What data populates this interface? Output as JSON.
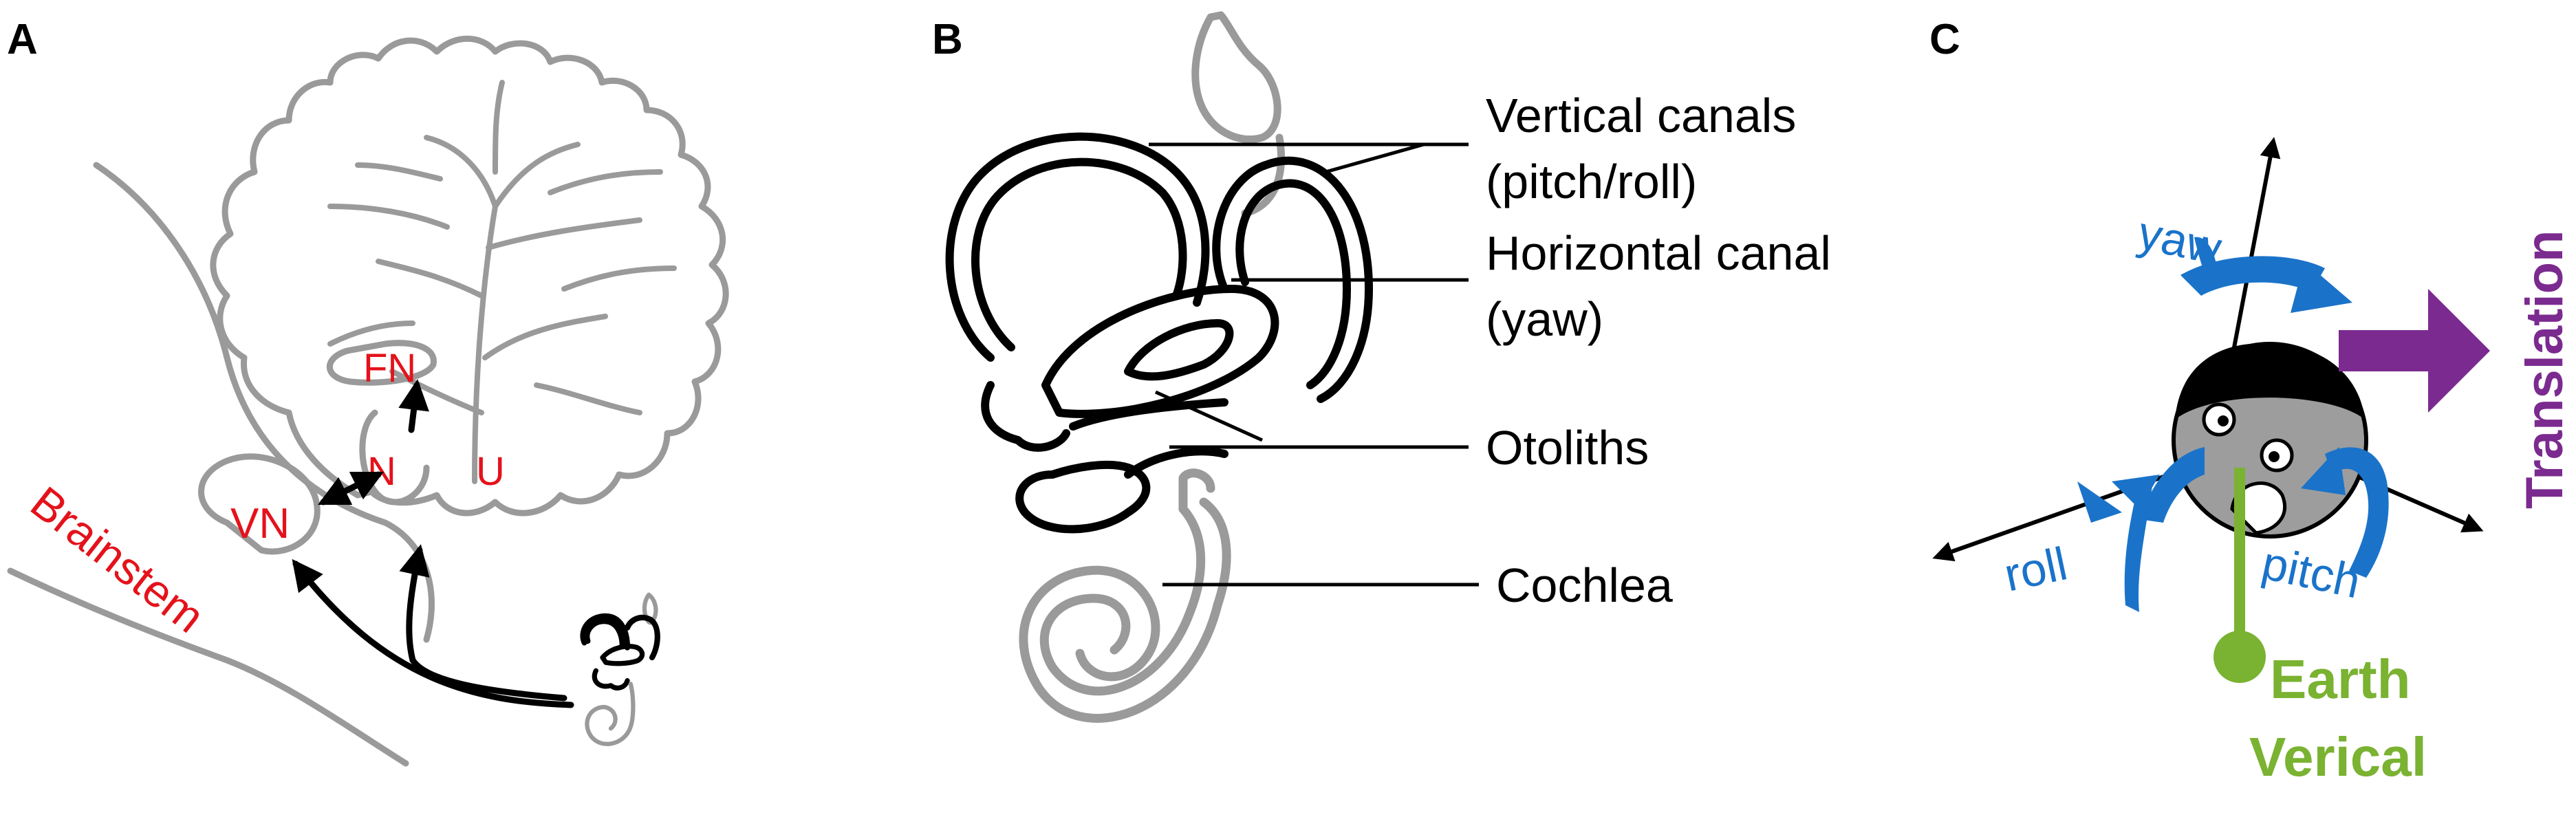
{
  "panels": {
    "a": {
      "letter": "A",
      "brainstem": "Brainstem",
      "vn": "VN",
      "fn": "FN",
      "n": "N",
      "u": "U"
    },
    "b": {
      "letter": "B",
      "labels": [
        "Vertical canals",
        "(pitch/roll)",
        "Horizontal canal",
        "(yaw)",
        "Otoliths",
        "Cochlea"
      ]
    },
    "c": {
      "letter": "C",
      "yaw": "yaw",
      "roll": "roll",
      "pitch": "pitch",
      "translation": "Translation",
      "earth_line1": "Earth",
      "earth_line2": "Verical"
    }
  },
  "colors": {
    "red": "#e4121b",
    "blue": "#1a73c9",
    "purple": "#7b2a8f",
    "green": "#7ab231",
    "grey": "#9a9a9a"
  },
  "icons": [
    "cerebellum-outline",
    "inner-ear-drawing",
    "head-figure",
    "rotation-arrow",
    "translation-arrow"
  ]
}
